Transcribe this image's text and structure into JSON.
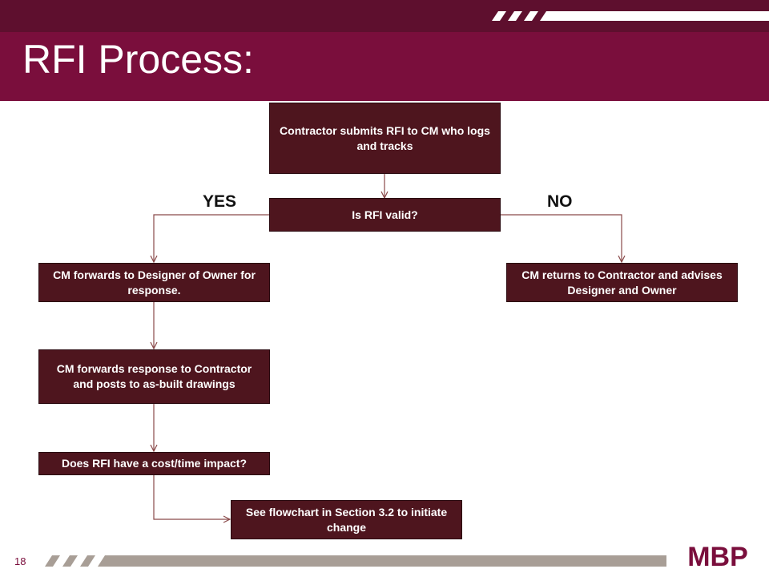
{
  "slide": {
    "title": "RFI Process:",
    "page_number": "18"
  },
  "labels": {
    "yes": "YES",
    "no": "NO"
  },
  "flow": {
    "submit": "Contractor submits RFI to CM who logs and tracks",
    "is_valid": "Is RFI valid?",
    "forward_designer": "CM forwards to Designer of Owner for response.",
    "return_contractor": "CM returns to Contractor and advises Designer and Owner",
    "forward_response": "CM forwards response to Contractor and posts to as-built drawings",
    "cost_impact": "Does RFI have a cost/time impact?",
    "see_flowchart": "See flowchart in Section 3.2 to initiate change"
  },
  "logo": {
    "text": "MBP"
  },
  "colors": {
    "header_dark": "#5e0f2e",
    "header": "#7a0e3c",
    "box_fill": "#4e151e",
    "connector": "#8a4a4a",
    "footer_bar": "#a89e96",
    "logo": "#7a0e3c"
  }
}
